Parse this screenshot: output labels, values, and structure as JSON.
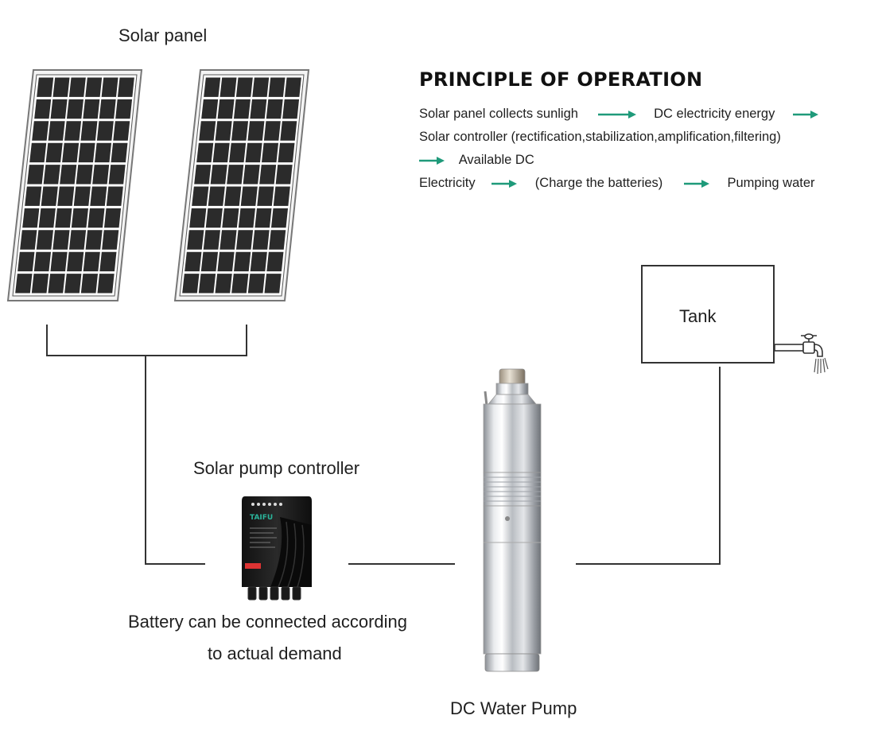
{
  "labels": {
    "solar_panel": "Solar panel",
    "controller": "Solar pump controller",
    "battery_line1": "Battery can be connected according",
    "battery_line2": "to actual demand",
    "pump": "DC Water Pump",
    "tank": "Tank"
  },
  "principle": {
    "title": "PRINCIPLE OF OPERATION",
    "line1": [
      "Solar panel collects sunligh",
      "DC electricity energy"
    ],
    "line2": "Solar controller (rectification,stabilization,amplification,filtering)",
    "line3": "Available DC",
    "line4": [
      "Electricity",
      "(Charge the batteries)",
      "Pumping water"
    ]
  },
  "controller_brand": "TAIFU",
  "icons": {
    "arrow": "right-arrow-icon",
    "faucet": "faucet-icon"
  },
  "colors": {
    "arrow": "#1f9a7a",
    "wire": "#333333",
    "panel_cell": "#2b2b2b",
    "controller_body": "#1c1c1c",
    "pump_steel": "#c9ccd0"
  }
}
